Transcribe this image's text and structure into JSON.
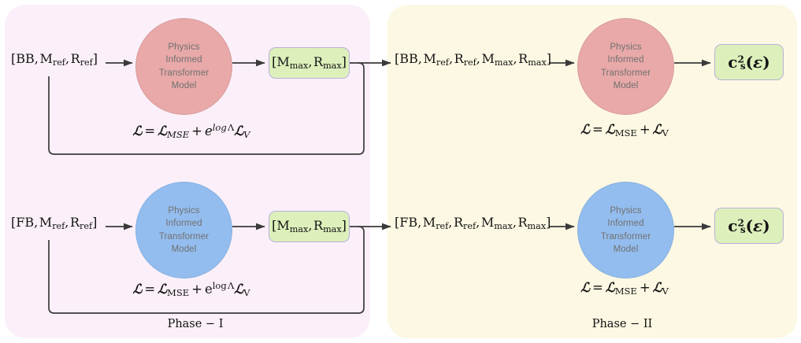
{
  "figure": {
    "title": "Two-phase physics-informed transformer pipeline",
    "colors": {
      "phase1_panel": "#fbf0f9",
      "phase2_panel": "#fdf8e3",
      "circle_bb": "#e9a9a9",
      "circle_fb": "#93bdee",
      "output_box": "#ddf0bb",
      "output_box_border": "#b9afdc",
      "arrow": "#3a3a3a",
      "circle_text": "#707070"
    }
  },
  "model_label": {
    "line1": "Physics",
    "line2": "Informed",
    "line3": "Transformer",
    "line4": "Model"
  },
  "phases": [
    {
      "id": "phase-1",
      "caption": "Phase − I",
      "rows": [
        {
          "id": "phase1-bb",
          "branch": "BB",
          "input_label": "[BB, M_ref, R_ref]",
          "input_parts": {
            "bracket_open": "[",
            "tokens": [
              "BB",
              "M",
              "R"
            ],
            "subs": [
              "",
              "ref",
              "ref"
            ],
            "bracket_close": "]"
          },
          "output_label": "[M_max, R_max]",
          "loss": "L = L_MSE + e^{log Λ} L_V",
          "loss_style": "italic-mse",
          "circle_color": "#e9a9a9"
        },
        {
          "id": "phase1-fb",
          "branch": "FB",
          "input_label": "[FB, M_ref, R_ref]",
          "output_label": "[M_max, R_max]",
          "loss": "L = L_MSE + e^{log Λ} L_V",
          "loss_style": "roman-mse",
          "circle_color": "#93bdee"
        }
      ]
    },
    {
      "id": "phase-2",
      "caption": "Phase − II",
      "rows": [
        {
          "id": "phase2-bb",
          "branch": "BB",
          "input_label": "[BB, M_ref, R_ref, M_max, R_max]",
          "output_label": "c_s^2(ε)",
          "loss": "L = L_MSE + L_V",
          "loss_style": "roman-mse",
          "circle_color": "#e9a9a9"
        },
        {
          "id": "phase2-fb",
          "branch": "FB",
          "input_label": "[FB, M_ref, R_ref, M_max, R_max]",
          "output_label": "c_s^2(ε)",
          "loss": "L = L_MSE + L_V",
          "loss_style": "roman-mse",
          "circle_color": "#93bdee"
        }
      ]
    }
  ],
  "symbols": {
    "bracket_open": "[",
    "bracket_close": "]",
    "comma": ",",
    "BB": "BB",
    "FB": "FB",
    "M": "M",
    "R": "R",
    "sub_ref": "ref",
    "sub_max": "max",
    "c": "c",
    "sub_s": "s",
    "sup_2": "2",
    "paren_open": "(",
    "epsilon": "ε",
    "paren_close": ")",
    "script_L": "ℒ",
    "equals": "=",
    "plus": "+",
    "e": "e",
    "log": "log",
    "Lambda": "Λ",
    "MSE": "MSE",
    "V": "V"
  }
}
